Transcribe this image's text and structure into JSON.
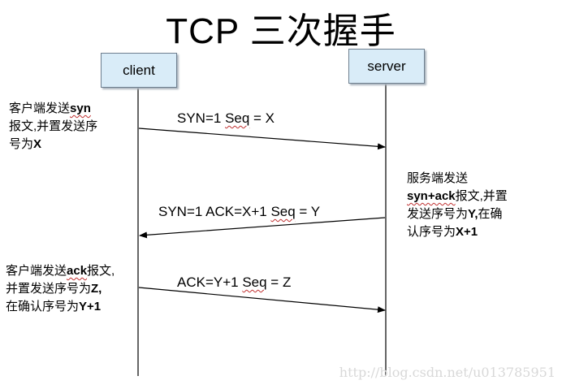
{
  "title": "TCP 三次握手",
  "actors": {
    "client": "client",
    "server": "server"
  },
  "messages": [
    {
      "pre": "SYN=1  ",
      "wavy": "Seq",
      "post": " = X"
    },
    {
      "pre": "SYN=1  ACK=X+1 ",
      "wavy": "Seq",
      "post": " = Y"
    },
    {
      "pre": "ACK=Y+1 ",
      "wavy": "Seq",
      "post": " = Z"
    }
  ],
  "notes": {
    "step1": {
      "l1a": "客户端发送",
      "l1b": "syn",
      "l2": "报文,并置发送序",
      "l3a": "号为",
      "l3b": "X"
    },
    "step2": {
      "l1": "服务端发送",
      "l2a": "syn+ack",
      "l2b": "报文,并置",
      "l3a": "发送序号为",
      "l3b": "Y,",
      "l3c": "在确",
      "l4a": "认序号为",
      "l4b": "X+1"
    },
    "step3": {
      "l1a": "客户端发送",
      "l1b": "ack",
      "l1c": "报文,",
      "l2a": "并置发送序号为",
      "l2b": "Z,",
      "l3a": "在确认序号为",
      "l3b": "Y+1"
    }
  },
  "watermark": "http://blog.csdn.net/u013785951",
  "colors": {
    "actor_fill": "#d9ecf8",
    "line": "#000000",
    "wavy_underline": "#c03030",
    "watermark": "#d8d8d8"
  }
}
